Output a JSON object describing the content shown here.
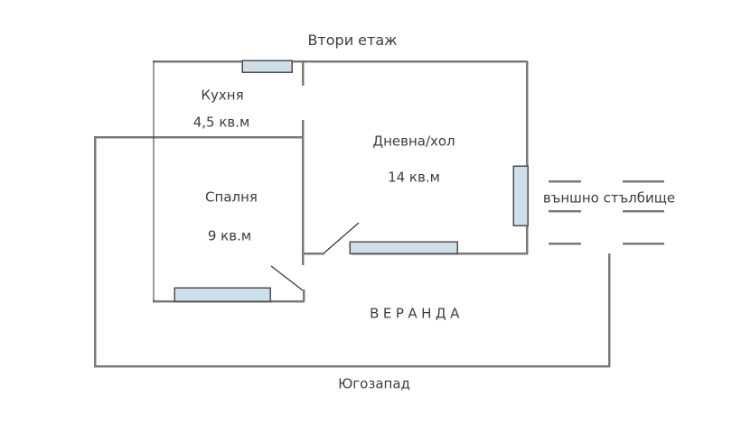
{
  "page": {
    "title": "Втори етаж",
    "direction_label": "Югозапад"
  },
  "rooms": {
    "kitchen": {
      "label": "Кухня",
      "area": "4,5 кв.м"
    },
    "living": {
      "label": "Дневна/хол",
      "area": "14 кв.м"
    },
    "bedroom": {
      "label": "Спалня",
      "area": "9 кв.м"
    },
    "veranda": {
      "label": "ВЕРАНДА"
    }
  },
  "staircase": {
    "label": "външно стълбище"
  },
  "colors": {
    "wall_gray": "#7a7a7a",
    "wall_dark": "#3a3a3a",
    "window_fill": "#cfdfe9",
    "window_border": "#4d4d4d",
    "text": "#3d3d3d",
    "background": "#ffffff"
  }
}
